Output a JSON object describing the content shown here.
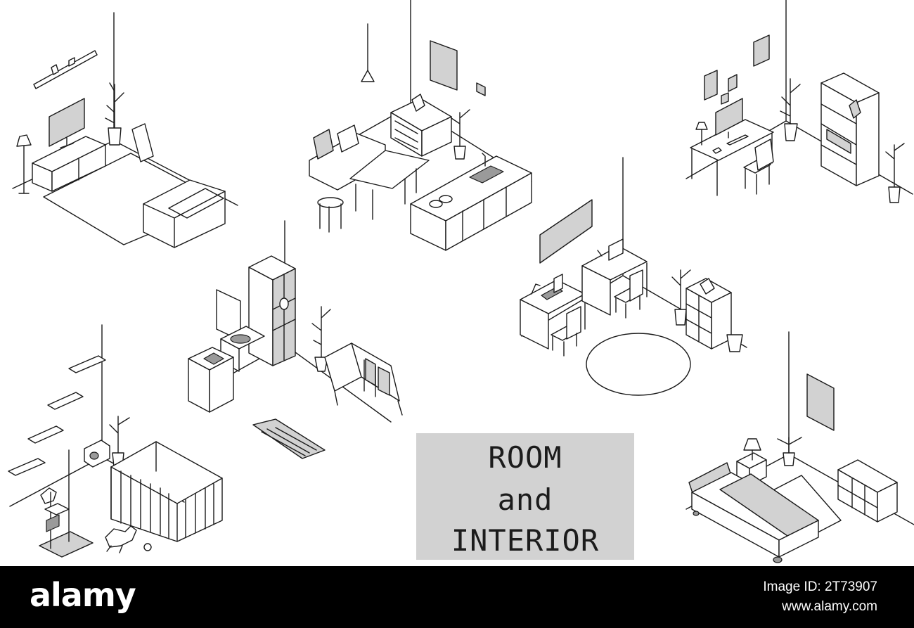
{
  "title_card": {
    "line1": "ROOM",
    "line2": "and",
    "line3": "INTERIOR"
  },
  "footer": {
    "brand": "alamy",
    "image_id_label": "Image ID: 2T73907",
    "site": "www.alamy.com"
  },
  "colors": {
    "background": "#ffffff",
    "line": "#1a1a1a",
    "fill_gray": "#d2d2d2",
    "footer": "#000000",
    "footer_text": "#ffffff"
  },
  "scenes": [
    "living-room",
    "dining-kitchen",
    "home-office",
    "washroom-laundry",
    "study-room",
    "pet-room",
    "bedroom"
  ]
}
